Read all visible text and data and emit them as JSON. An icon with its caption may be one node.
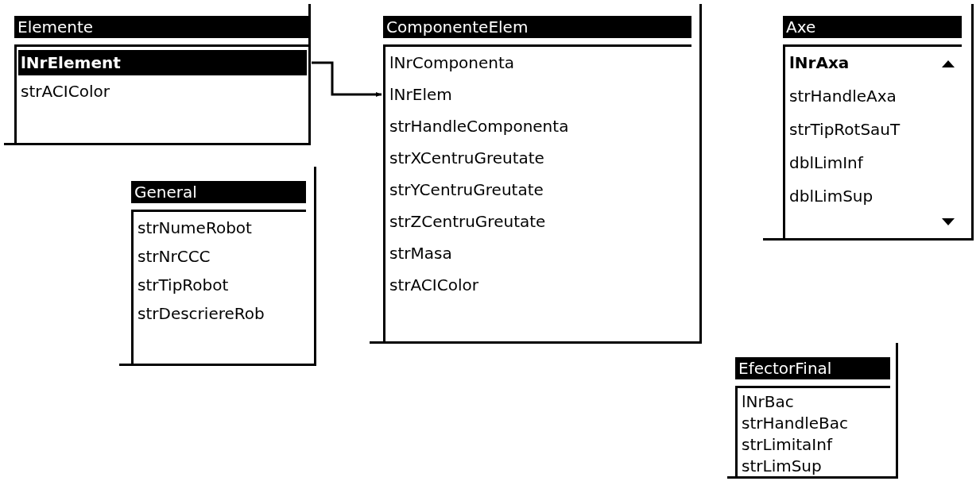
{
  "diagram": {
    "nodes": [
      {
        "text": [
          "Elemente"
        ]
      },
      {
        "text": [
          "lNrElement"
        ],
        "in": 0
      },
      {
        "text": [
          "strACIColor"
        ],
        "in": 0
      },
      {
        "text": [
          "ComponenteElem"
        ]
      },
      {
        "text": [
          "lNrComponenta"
        ],
        "in": 3
      },
      {
        "text": [
          "lNrElem"
        ],
        "in": 3
      },
      {
        "text": [
          "strHandleComponenta"
        ],
        "in": 3
      },
      {
        "text": [
          "strXCentruGreutate"
        ],
        "in": 3
      },
      {
        "text": [
          "strYCentruGreutate"
        ],
        "in": 3
      },
      {
        "text": [
          "strZCentruGreutate"
        ],
        "in": 3
      },
      {
        "text": [
          "strMasa"
        ],
        "in": 3
      },
      {
        "text": [
          "strACIColor"
        ],
        "in": 3
      },
      {
        "text": [
          "Axe"
        ]
      },
      {
        "text": [
          "lNrAxa"
        ],
        "in": 12
      },
      {
        "text": [
          "strHandleAxa"
        ],
        "in": 12
      },
      {
        "text": [
          "strTipRotSauT"
        ],
        "in": 12
      },
      {
        "text": [
          "dblLimInf"
        ],
        "in": 12
      },
      {
        "text": [
          "dblLimSup"
        ],
        "in": 12
      },
      {
        "text": [
          "General"
        ]
      },
      {
        "text": [
          "strNumeRobot"
        ],
        "in": 18
      },
      {
        "text": [
          "strNrCCC"
        ],
        "in": 18
      },
      {
        "text": [
          "strTipRobot"
        ],
        "in": 18
      },
      {
        "text": [
          "strDescriereRob"
        ],
        "in": 18
      },
      {
        "text": [
          "EfectorFinal"
        ]
      },
      {
        "text": [
          "lNrBac"
        ],
        "in": 23
      },
      {
        "text": [
          "strHandleBac"
        ],
        "in": 23
      },
      {
        "text": [
          "strLimitaInf"
        ],
        "in": 23
      },
      {
        "text": [
          "strLimSup"
        ],
        "in": 23
      }
    ],
    "edges": [
      {
        "from": 1,
        "to": 5,
        "arrow": "to"
      }
    ]
  }
}
